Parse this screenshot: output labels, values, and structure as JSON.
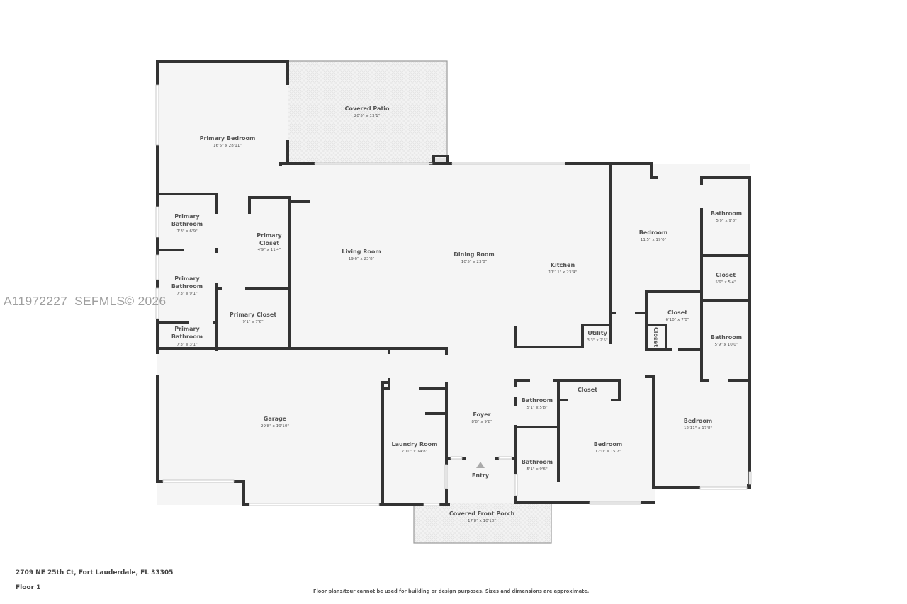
{
  "colors": {
    "wall": "#333333",
    "floor": "#f5f5f5",
    "label_text": "#555555",
    "watermark": "#9a9a9a",
    "background": "#ffffff"
  },
  "watermark": "A11972227  SEFMLS© 2026",
  "footer": {
    "address": "2709 NE 25th Ct, Fort Lauderdale, FL 33305",
    "floor": "Floor 1",
    "disclaimer": "Floor plans/tour cannot be used for building or design purposes. Sizes and dimensions are approximate."
  },
  "entry_marker": {
    "label": "Entry",
    "icon": "triangle-up-arrow"
  },
  "rooms": [
    {
      "name": "Covered Patio",
      "dims": "20'5\" x 13'1\""
    },
    {
      "name": "Primary Bedroom",
      "dims": "16'5\" x 28'11\""
    },
    {
      "name": "Primary Bathroom",
      "dims": "7'3\" x 6'9\""
    },
    {
      "name": "Primary Closet",
      "dims": "4'9\" x 11'4\""
    },
    {
      "name": "Primary Bathroom",
      "dims": "7'3\" x 9'1\""
    },
    {
      "name": "Primary Closet",
      "dims": "9'1\" x 7'6\""
    },
    {
      "name": "Primary Bathroom",
      "dims": "7'3\" x 3'1\""
    },
    {
      "name": "Living Room",
      "dims": "19'6\" x 23'8\""
    },
    {
      "name": "Dining Room",
      "dims": "10'5\" x 23'8\""
    },
    {
      "name": "Kitchen",
      "dims": "11'11\" x 23'4\""
    },
    {
      "name": "Utility",
      "dims": "3'3\" x 2'5\""
    },
    {
      "name": "Bedroom",
      "dims": "11'5\" x 19'0\""
    },
    {
      "name": "Bathroom",
      "dims": "5'9\" x 9'8\""
    },
    {
      "name": "Closet",
      "dims": "5'9\" x 5'4\""
    },
    {
      "name": "Closet",
      "dims": "6'10\" x 7'0\""
    },
    {
      "name": "Closet",
      "dims": ""
    },
    {
      "name": "Bathroom",
      "dims": "5'9\" x 10'0\""
    },
    {
      "name": "Garage",
      "dims": "29'8\" x 19'10\""
    },
    {
      "name": "Laundry Room",
      "dims": "7'10\" x 14'8\""
    },
    {
      "name": "Foyer",
      "dims": "8'8\" x 9'8\""
    },
    {
      "name": "Bathroom",
      "dims": "5'1\" x 5'8\""
    },
    {
      "name": "Closet",
      "dims": ""
    },
    {
      "name": "Bathroom",
      "dims": "5'1\" x 9'6\""
    },
    {
      "name": "Bedroom",
      "dims": "12'0\" x 15'7\""
    },
    {
      "name": "Bedroom",
      "dims": "12'11\" x 17'8\""
    },
    {
      "name": "Covered Front Porch",
      "dims": "17'8\" x 10'10\""
    }
  ]
}
